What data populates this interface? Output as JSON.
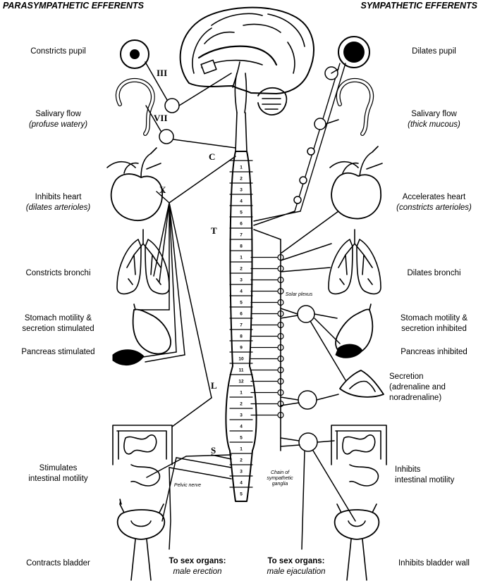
{
  "headers": {
    "left": "PARASYMPATHETIC EFFERENTS",
    "right": "SYMPATHETIC EFFERENTS"
  },
  "left_labels": {
    "pupil": "Constricts pupil",
    "salivary_1": "Salivary flow",
    "salivary_2": "(profuse watery)",
    "heart_1": "Inhibits heart",
    "heart_2": "(dilates arterioles)",
    "bronchi": "Constricts bronchi",
    "stomach_1": "Stomach motility &",
    "stomach_2": "secretion stimulated",
    "pancreas": "Pancreas stimulated",
    "intestine_1": "Stimulates",
    "intestine_2": "intestinal motility",
    "bladder": "Contracts bladder"
  },
  "right_labels": {
    "pupil": "Dilates pupil",
    "salivary_1": "Salivary flow",
    "salivary_2": "(thick mucous)",
    "heart_1": "Accelerates heart",
    "heart_2": "(constricts arterioles)",
    "bronchi": "Dilates bronchi",
    "stomach_1": "Stomach motility &",
    "stomach_2": "secretion inhibited",
    "pancreas": "Pancreas inhibited",
    "adrenal_1": "Secretion",
    "adrenal_2": "(adrenaline and",
    "adrenal_3": "noradrenaline)",
    "intestine_1": "Inhibits",
    "intestine_2": "intestinal motility",
    "bladder": "Inhibits bladder wall"
  },
  "bottom": {
    "left_1": "To sex organs:",
    "left_2": "male erection",
    "right_1": "To sex organs:",
    "right_2": "male ejaculation"
  },
  "nerves": {
    "cn3": "III",
    "cn7": "VII",
    "cn10": "X",
    "cervical": "C",
    "thoracic": "T",
    "lumbar": "L",
    "sacral": "S"
  },
  "small_labels": {
    "solar_plexus": "Solar plexus",
    "pelvic_nerve": "Pelvic nerve",
    "chain_1": "Chain of",
    "chain_2": "sympathetic",
    "chain_3": "ganglia"
  },
  "spinal_segments": {
    "cervical": [
      "1",
      "2",
      "3",
      "4",
      "5",
      "6",
      "7",
      "8"
    ],
    "thoracic": [
      "1",
      "2",
      "3",
      "4",
      "5",
      "6",
      "7",
      "8",
      "9",
      "10",
      "11",
      "12"
    ],
    "lumbar": [
      "1",
      "2",
      "3",
      "4",
      "5"
    ],
    "sacral": [
      "1",
      "2",
      "3",
      "4",
      "5"
    ]
  }
}
